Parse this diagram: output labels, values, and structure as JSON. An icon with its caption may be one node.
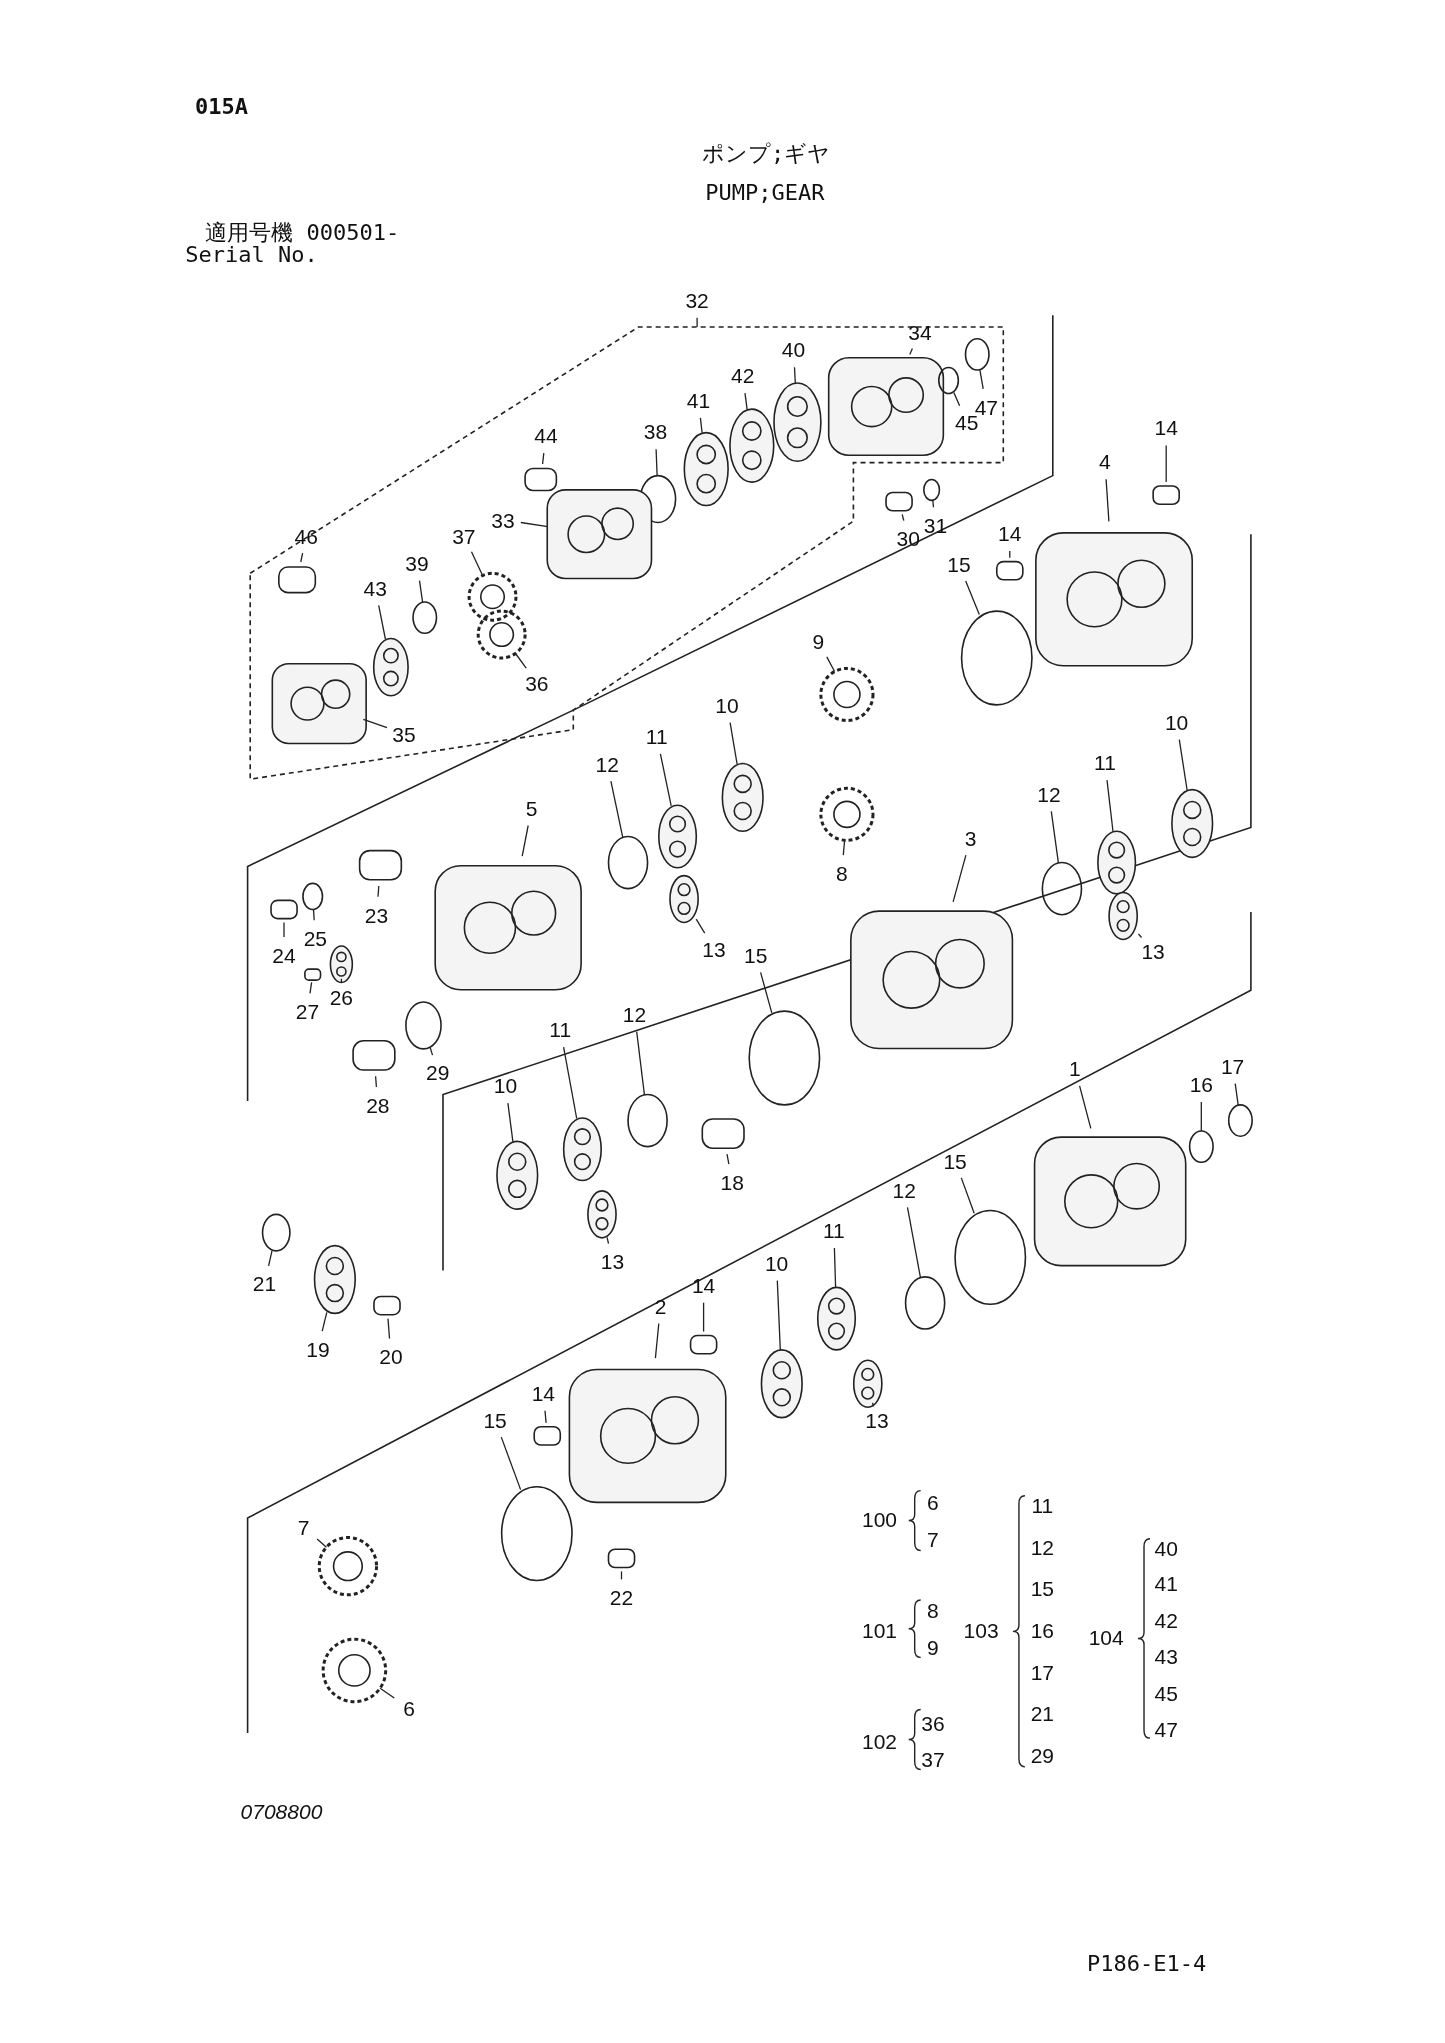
{
  "diagram": {
    "nodes": [
      {
        "text": [
          "32"
        ]
      },
      {
        "text": [
          "34"
        ]
      },
      {
        "text": [
          "40"
        ]
      },
      {
        "text": [
          "42"
        ]
      },
      {
        "text": [
          "41"
        ]
      },
      {
        "text": [
          "47"
        ]
      },
      {
        "text": [
          "45"
        ]
      },
      {
        "text": [
          "44"
        ]
      },
      {
        "text": [
          "38"
        ]
      },
      {
        "text": [
          "33"
        ]
      },
      {
        "text": [
          "30"
        ]
      },
      {
        "text": [
          "31"
        ]
      },
      {
        "text": [
          "14"
        ]
      },
      {
        "text": [
          "4"
        ]
      },
      {
        "text": [
          "46"
        ]
      },
      {
        "text": [
          "37"
        ]
      },
      {
        "text": [
          "39"
        ]
      },
      {
        "text": [
          "14"
        ]
      },
      {
        "text": [
          "43"
        ]
      },
      {
        "text": [
          "15"
        ]
      },
      {
        "text": [
          "9"
        ]
      },
      {
        "text": [
          "36"
        ]
      },
      {
        "text": [
          "35"
        ]
      },
      {
        "text": [
          "10"
        ]
      },
      {
        "text": [
          "11"
        ]
      },
      {
        "text": [
          "12"
        ]
      },
      {
        "text": [
          "10"
        ]
      },
      {
        "text": [
          "11"
        ]
      },
      {
        "text": [
          "12"
        ]
      },
      {
        "text": [
          "5"
        ]
      },
      {
        "text": [
          "3"
        ]
      },
      {
        "text": [
          "8"
        ]
      },
      {
        "text": [
          "23"
        ]
      },
      {
        "text": [
          "13"
        ]
      },
      {
        "text": [
          "13"
        ]
      },
      {
        "text": [
          "25"
        ]
      },
      {
        "text": [
          "24"
        ]
      },
      {
        "text": [
          "15"
        ]
      },
      {
        "text": [
          "26"
        ]
      },
      {
        "text": [
          "27"
        ]
      },
      {
        "text": [
          "29"
        ]
      },
      {
        "text": [
          "12"
        ]
      },
      {
        "text": [
          "11"
        ]
      },
      {
        "text": [
          "10"
        ]
      },
      {
        "text": [
          "28"
        ]
      },
      {
        "text": [
          "1"
        ]
      },
      {
        "text": [
          "17"
        ]
      },
      {
        "text": [
          "16"
        ]
      },
      {
        "text": [
          "18"
        ]
      },
      {
        "text": [
          "15"
        ]
      },
      {
        "text": [
          "12"
        ]
      },
      {
        "text": [
          "13"
        ]
      },
      {
        "text": [
          "11"
        ]
      },
      {
        "text": [
          "10"
        ]
      },
      {
        "text": [
          "14"
        ]
      },
      {
        "text": [
          "2"
        ]
      },
      {
        "text": [
          "21"
        ]
      },
      {
        "text": [
          "19"
        ]
      },
      {
        "text": [
          "20"
        ]
      },
      {
        "text": [
          "13"
        ]
      },
      {
        "text": [
          "14"
        ]
      },
      {
        "text": [
          "15"
        ]
      },
      {
        "text": [
          "22"
        ]
      },
      {
        "text": [
          "7"
        ]
      },
      {
        "text": [
          "6"
        ]
      },
      {
        "text": [],
        "shape": "picture"
      },
      {
        "text": [],
        "shape": "picture"
      },
      {
        "text": [],
        "shape": "picture"
      },
      {
        "text": [],
        "shape": "picture"
      },
      {
        "text": [],
        "shape": "circle"
      },
      {
        "text": [],
        "shape": "circle"
      },
      {
        "text": [],
        "shape": "box"
      },
      {
        "text": [],
        "shape": "circle"
      },
      {
        "text": [],
        "shape": "picture"
      },
      {
        "text": [],
        "shape": "box"
      },
      {
        "text": [],
        "shape": "circle"
      },
      {
        "text": [],
        "shape": "box"
      },
      {
        "text": [],
        "shape": "picture"
      },
      {
        "text": [],
        "shape": "box"
      },
      {
        "text": [],
        "shape": "picture"
      },
      {
        "text": [],
        "shape": "circle"
      },
      {
        "text": [],
        "shape": "box"
      },
      {
        "text": [],
        "shape": "picture"
      },
      {
        "text": [],
        "shape": "circle"
      },
      {
        "text": [],
        "shape": "picture"
      },
      {
        "text": [],
        "shape": "picture"
      },
      {
        "text": [],
        "shape": "picture"
      },
      {
        "text": [],
        "shape": "picture"
      },
      {
        "text": [],
        "shape": "picture"
      },
      {
        "text": [],
        "shape": "circle"
      },
      {
        "text": [],
        "shape": "picture"
      },
      {
        "text": [],
        "shape": "picture"
      },
      {
        "text": [],
        "shape": "circle"
      },
      {
        "text": [],
        "shape": "picture"
      },
      {
        "text": [],
        "shape": "picture"
      },
      {
        "text": [],
        "shape": "picture"
      },
      {
        "text": [],
        "shape": "box"
      },
      {
        "text": [],
        "shape": "picture"
      },
      {
        "text": [],
        "shape": "picture"
      },
      {
        "text": [],
        "shape": "circle"
      },
      {
        "text": [],
        "shape": "box"
      },
      {
        "text": [],
        "shape": "circle"
      },
      {
        "text": [],
        "shape": "picture"
      },
      {
        "text": [],
        "shape": "box"
      },
      {
        "text": [],
        "shape": "circle"
      },
      {
        "text": [],
        "shape": "circle"
      },
      {
        "text": [],
        "shape": "picture"
      },
      {
        "text": [],
        "shape": "picture"
      },
      {
        "text": [],
        "shape": "box"
      },
      {
        "text": [],
        "shape": "picture"
      },
      {
        "text": [],
        "shape": "circle"
      },
      {
        "text": [],
        "shape": "circle"
      },
      {
        "text": [],
        "shape": "box"
      },
      {
        "text": [],
        "shape": "circle"
      },
      {
        "text": [],
        "shape": "circle"
      },
      {
        "text": [],
        "shape": "picture"
      },
      {
        "text": [],
        "shape": "picture"
      },
      {
        "text": [],
        "shape": "picture"
      },
      {
        "text": [],
        "shape": "box"
      },
      {
        "text": [],
        "shape": "picture"
      },
      {
        "text": [],
        "shape": "circle"
      },
      {
        "text": [],
        "shape": "picture"
      },
      {
        "text": [],
        "shape": "box"
      },
      {
        "text": [],
        "shape": "picture"
      },
      {
        "text": [],
        "shape": "box"
      },
      {
        "text": [],
        "shape": "circle"
      },
      {
        "text": [],
        "shape": "box"
      },
      {
        "text": [],
        "shape": "picture"
      },
      {
        "text": [],
        "shape": "picture"
      }
    ],
    "edges": [
      {
        "from": 0,
        "to": null,
        "arrow": "none"
      },
      {
        "from": 1,
        "to": 65,
        "arrow": "none"
      },
      {
        "from": 2,
        "to": 66,
        "arrow": "none"
      },
      {
        "from": 3,
        "to": 67,
        "arrow": "none"
      },
      {
        "from": 4,
        "to": 68,
        "arrow": "none"
      },
      {
        "from": 5,
        "to": 69,
        "arrow": "none"
      },
      {
        "from": 6,
        "to": 70,
        "arrow": "none"
      },
      {
        "from": 7,
        "to": 71,
        "arrow": "none"
      },
      {
        "from": 8,
        "to": 72,
        "arrow": "none"
      },
      {
        "from": 9,
        "to": 73,
        "arrow": "none"
      },
      {
        "from": 10,
        "to": 74,
        "arrow": "none"
      },
      {
        "from": 11,
        "to": 75,
        "arrow": "none"
      },
      {
        "from": 12,
        "to": 76,
        "arrow": "none"
      },
      {
        "from": 13,
        "to": 77,
        "arrow": "none"
      },
      {
        "from": 14,
        "to": 78,
        "arrow": "none"
      },
      {
        "from": 15,
        "to": 79,
        "arrow": "none"
      },
      {
        "from": 16,
        "to": 80,
        "arrow": "none"
      },
      {
        "from": 17,
        "to": 81,
        "arrow": "none"
      },
      {
        "from": 18,
        "to": 82,
        "arrow": "none"
      },
      {
        "from": 19,
        "to": 83,
        "arrow": "none"
      },
      {
        "from": 20,
        "to": 84,
        "arrow": "none"
      },
      {
        "from": 21,
        "to": 85,
        "arrow": "none"
      },
      {
        "from": 22,
        "to": 86,
        "arrow": "none"
      },
      {
        "from": 23,
        "to": 87,
        "arrow": "none"
      },
      {
        "from": 24,
        "to": 88,
        "arrow": "none"
      },
      {
        "from": 25,
        "to": 89,
        "arrow": "none"
      },
      {
        "from": 26,
        "to": 90,
        "arrow": "none"
      },
      {
        "from": 27,
        "to": 91,
        "arrow": "none"
      },
      {
        "from": 28,
        "to": 92,
        "arrow": "none"
      },
      {
        "from": 29,
        "to": 93,
        "arrow": "none"
      },
      {
        "from": 30,
        "to": 94,
        "arrow": "none"
      },
      {
        "from": 31,
        "to": 95,
        "arrow": "none"
      },
      {
        "from": 32,
        "to": 96,
        "arrow": "none"
      },
      {
        "from": 33,
        "to": 97,
        "arrow": "none"
      },
      {
        "from": 34,
        "to": 98,
        "arrow": "none"
      },
      {
        "from": 35,
        "to": 99,
        "arrow": "none"
      },
      {
        "from": 36,
        "to": 100,
        "arrow": "none"
      },
      {
        "from": 37,
        "to": 101,
        "arrow": "none"
      },
      {
        "from": 38,
        "to": 102,
        "arrow": "none"
      },
      {
        "from": 39,
        "to": 103,
        "arrow": "none"
      },
      {
        "from": 40,
        "to": 104,
        "arrow": "none"
      },
      {
        "from": 41,
        "to": 105,
        "arrow": "none"
      },
      {
        "from": 42,
        "to": 106,
        "arrow": "none"
      },
      {
        "from": 43,
        "to": 107,
        "arrow": "none"
      },
      {
        "from": 44,
        "to": 108,
        "arrow": "none"
      },
      {
        "from": 45,
        "to": 109,
        "arrow": "none"
      },
      {
        "from": 46,
        "to": 110,
        "arrow": "none"
      },
      {
        "from": 47,
        "to": 111,
        "arrow": "none"
      },
      {
        "from": 48,
        "to": 112,
        "arrow": "none"
      },
      {
        "from": 49,
        "to": 113,
        "arrow": "none"
      },
      {
        "from": 50,
        "to": 114,
        "arrow": "none"
      },
      {
        "from": 51,
        "to": 115,
        "arrow": "none"
      },
      {
        "from": 52,
        "to": 116,
        "arrow": "none"
      },
      {
        "from": 53,
        "to": 117,
        "arrow": "none"
      },
      {
        "from": 54,
        "to": 118,
        "arrow": "none"
      },
      {
        "from": 55,
        "to": 119,
        "arrow": "none"
      },
      {
        "from": 56,
        "to": 120,
        "arrow": "none"
      },
      {
        "from": 57,
        "to": 121,
        "arrow": "none"
      },
      {
        "from": 58,
        "to": 122,
        "arrow": "none"
      },
      {
        "from": 59,
        "to": 123,
        "arrow": "none"
      },
      {
        "from": 60,
        "to": 124,
        "arrow": "none"
      },
      {
        "from": 61,
        "to": 125,
        "arrow": "none"
      },
      {
        "from": 62,
        "to": 126,
        "arrow": "none"
      },
      {
        "from": 63,
        "to": 127,
        "arrow": "none"
      },
      {
        "from": 64,
        "to": 128,
        "arrow": "none"
      }
    ],
    "labels": [
      "015A",
      "ポンプ;ギヤ",
      "PUMP;GEAR",
      "適用号機  000501-",
      "Serial No.",
      "100",
      "6",
      "7",
      "101",
      "8",
      "9",
      "102",
      "36",
      "37",
      "103",
      "11",
      "12",
      "15",
      "16",
      "17",
      "21",
      "29",
      "104",
      "40",
      "41",
      "42",
      "43",
      "45",
      "47",
      "0708800",
      "P186-E1-4"
    ]
  }
}
